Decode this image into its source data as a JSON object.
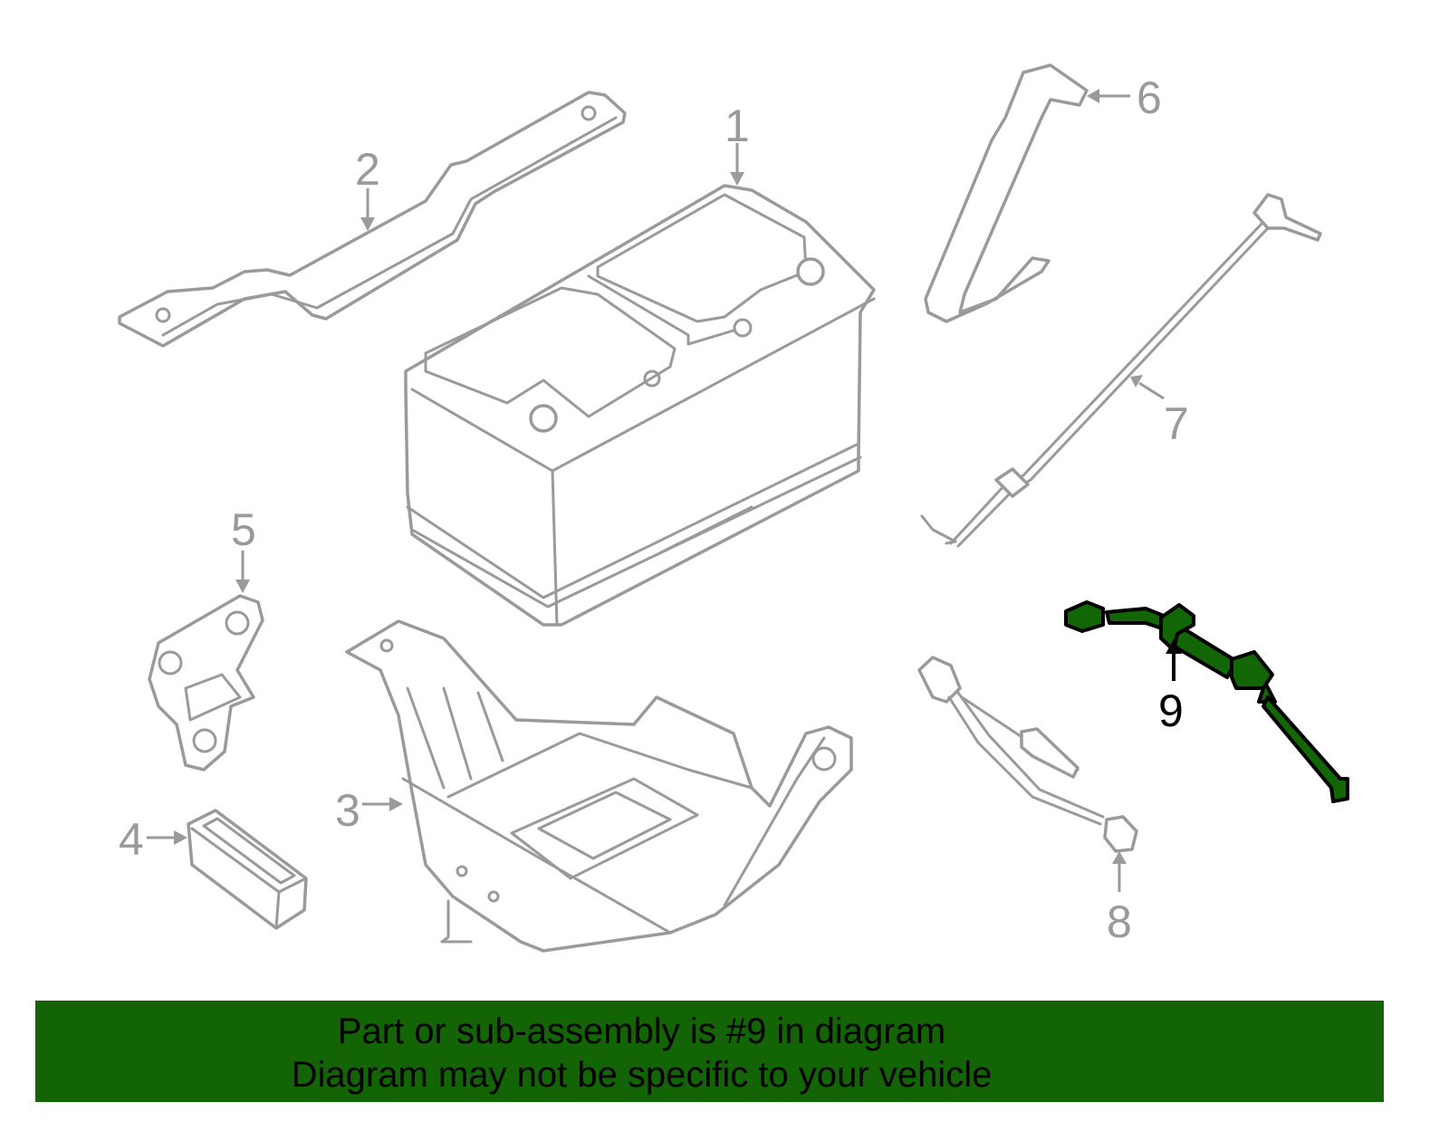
{
  "diagram": {
    "callouts": [
      "1",
      "2",
      "3",
      "4",
      "5",
      "6",
      "7",
      "8",
      "9"
    ],
    "highlighted_part": "9",
    "highlight_color": "#136606"
  },
  "banner": {
    "line1": "Part or sub-assembly is #9 in diagram",
    "line2": "Diagram may not be specific to your vehicle",
    "background": "#126405"
  }
}
